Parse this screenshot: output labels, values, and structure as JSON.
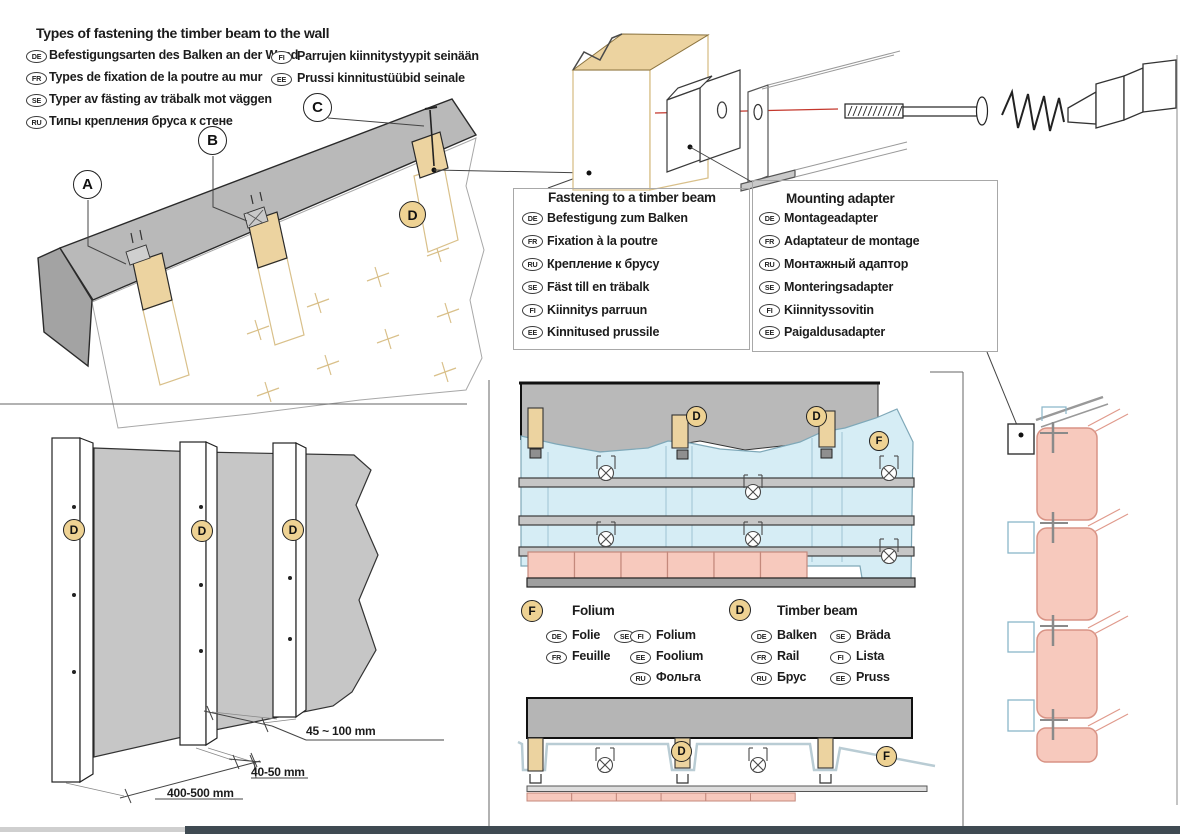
{
  "header": {
    "title": "Types of fastening the timber beam to the wall",
    "translations": [
      {
        "lang": "DE",
        "text": "Befestigungsarten des Balken an der Wand"
      },
      {
        "lang": "FR",
        "text": "Types de fixation de la poutre au mur"
      },
      {
        "lang": "SE",
        "text": "Typer av fästing av träbalk mot väggen"
      },
      {
        "lang": "RU",
        "text": "Типы крепления бруса к стене"
      },
      {
        "lang": "FI",
        "text": "Parrujen kiinnitystyypit seinään"
      },
      {
        "lang": "EE",
        "text": "Prussi kinnitustüübid seinale"
      }
    ]
  },
  "callout_fastening": {
    "title": "Fastening to a timber beam",
    "translations": [
      {
        "lang": "DE",
        "text": "Befestigung zum Balken"
      },
      {
        "lang": "FR",
        "text": "Fixation à la poutre"
      },
      {
        "lang": "RU",
        "text": "Крепление к брусу"
      },
      {
        "lang": "SE",
        "text": "Fäst till en träbalk"
      },
      {
        "lang": "FI",
        "text": "Kiinnitys parruun"
      },
      {
        "lang": "EE",
        "text": "Kinnitused prussile"
      }
    ]
  },
  "callout_adapter": {
    "title": "Mounting adapter",
    "translations": [
      {
        "lang": "DE",
        "text": "Montageadapter"
      },
      {
        "lang": "FR",
        "text": "Adaptateur de montage"
      },
      {
        "lang": "RU",
        "text": "Монтажный адаптор"
      },
      {
        "lang": "SE",
        "text": "Monteringsadapter"
      },
      {
        "lang": "FI",
        "text": "Kiinnityssovitin"
      },
      {
        "lang": "EE",
        "text": "Paigaldusadapter"
      }
    ]
  },
  "legend_folium": {
    "key": "F",
    "title": "Folium",
    "translations": [
      {
        "lang": "DE",
        "text": "Folie"
      },
      {
        "lang": "FR",
        "text": "Feuille"
      },
      {
        "lang": "SE",
        "lang2": "FI",
        "text": "Folium"
      },
      {
        "lang": "EE",
        "text": "Foolium"
      },
      {
        "lang": "RU",
        "text": "Фольга"
      }
    ]
  },
  "legend_timber": {
    "key": "D",
    "title": "Timber beam",
    "translations": [
      {
        "lang": "DE",
        "text": "Balken"
      },
      {
        "lang": "FR",
        "text": "Rail"
      },
      {
        "lang": "RU",
        "text": "Брус"
      },
      {
        "lang": "SE",
        "text": "Bräda"
      },
      {
        "lang": "FI",
        "text": "Lista"
      },
      {
        "lang": "EE",
        "text": "Pruss"
      }
    ]
  },
  "labels": {
    "a": "A",
    "b": "B",
    "c": "C",
    "d": "D",
    "f": "F"
  },
  "dimensions": {
    "beam_width": "45 ~ 100 mm",
    "beam_thickness": "40-50 mm",
    "beam_spacing": "400-500 mm"
  },
  "colors": {
    "timber_tan": "#ecd3a0",
    "foil_blue": "#d6edf5",
    "panel_pink": "#f7c9bd",
    "wall_gray": "#b9b9b9",
    "axis_red": "#c4372c",
    "bottom_bar": "#3f4a52"
  }
}
